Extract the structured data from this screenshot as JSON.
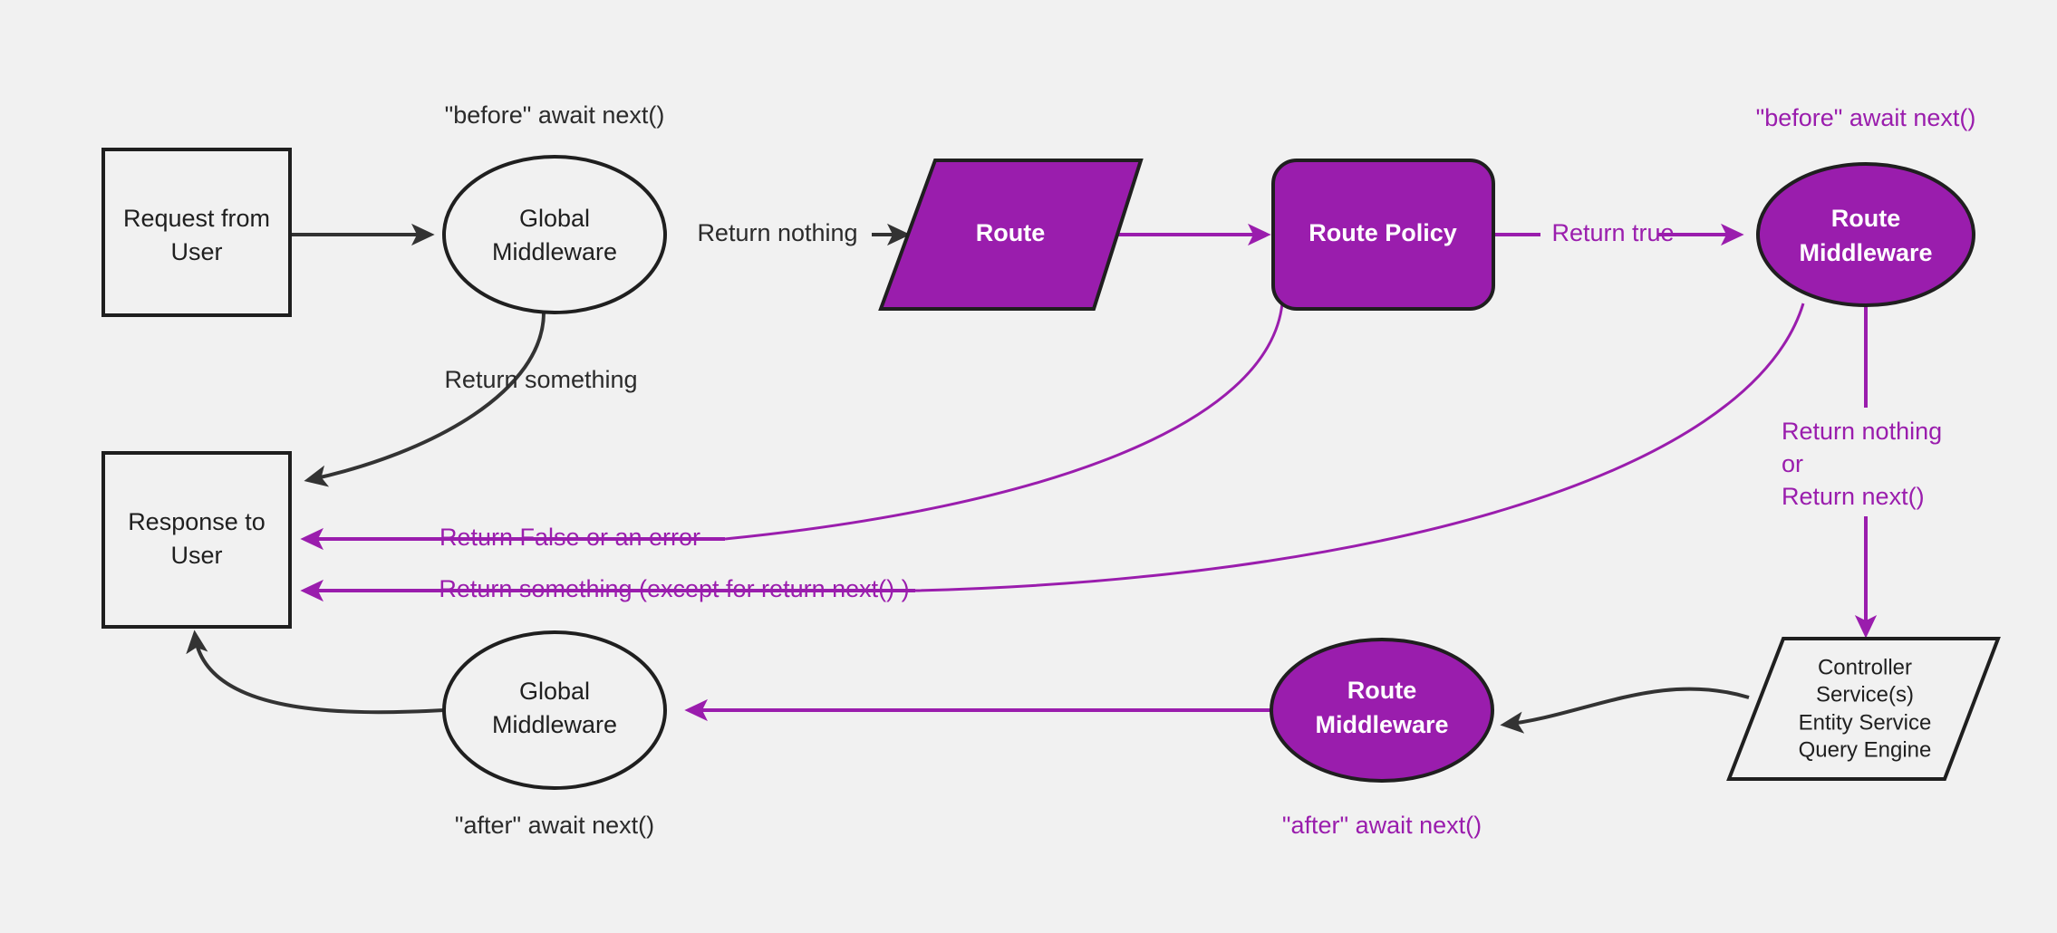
{
  "diagram": {
    "title": "Strapi request lifecycle middleware flow",
    "background_color": "#f1f1f1",
    "accent_color": "#9a1dad",
    "dark_color": "#1f1f1f",
    "nodes": {
      "request": {
        "line1": "Request from",
        "line2": "User",
        "shape": "rectangle"
      },
      "global_middleware_before": {
        "line1": "Global",
        "line2": "Middleware",
        "shape": "ellipse"
      },
      "route": {
        "line1": "Route",
        "shape": "parallelogram"
      },
      "route_policy": {
        "line1": "Route Policy",
        "shape": "rounded-rectangle"
      },
      "route_middleware_before": {
        "line1": "Route",
        "line2": "Middleware",
        "shape": "ellipse"
      },
      "controller": {
        "line1": "Controller",
        "line2": "Service(s)",
        "line3": "Entity Service",
        "line4": "Query Engine",
        "shape": "parallelogram"
      },
      "route_middleware_after": {
        "line1": "Route",
        "line2": "Middleware",
        "shape": "ellipse"
      },
      "global_middleware_after": {
        "line1": "Global",
        "line2": "Middleware",
        "shape": "ellipse"
      },
      "response": {
        "line1": "Response to",
        "line2": "User",
        "shape": "rectangle"
      }
    },
    "annotations": {
      "global_before": "\"before\" await next()",
      "global_after": "\"after\" await next()",
      "route_before": "\"before\" await next()",
      "route_after": "\"after\" await next()"
    },
    "edge_labels": {
      "return_nothing": "Return nothing",
      "return_something": "Return something",
      "return_true": "Return true",
      "return_false_or_error": "Return False or an error",
      "return_something_except": "Return something (except for return next() )",
      "return_nothing_or_next_1": "Return nothing",
      "return_nothing_or_next_2": "or",
      "return_nothing_or_next_3": "Return next()"
    }
  }
}
